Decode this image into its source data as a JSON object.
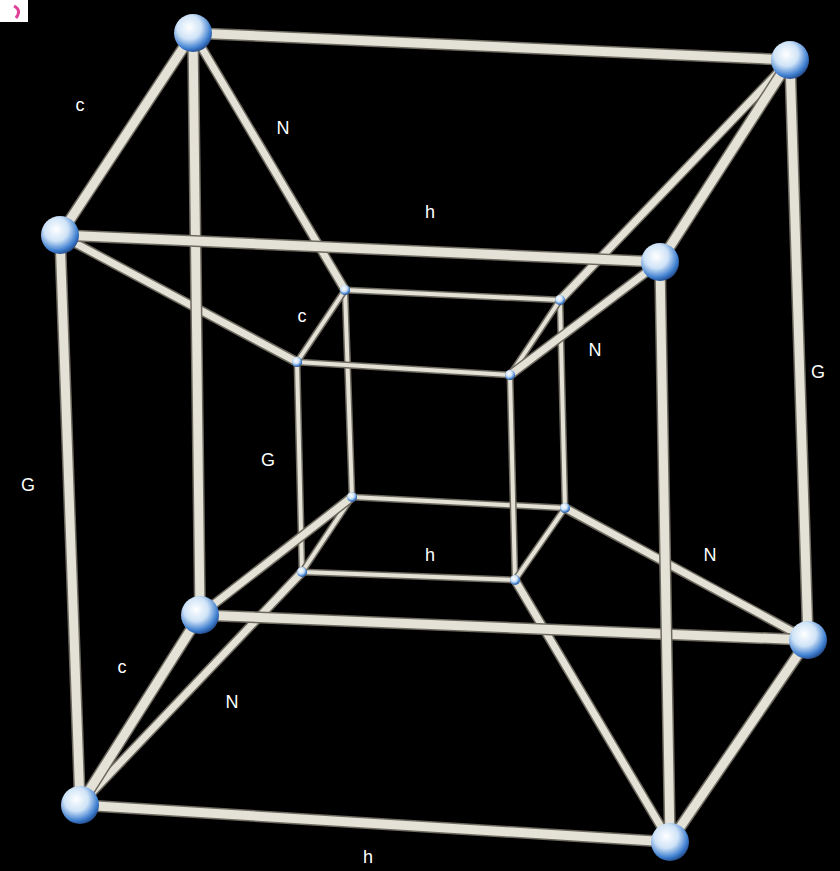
{
  "diagram": {
    "labels": [
      "c",
      "N",
      "h",
      "c",
      "N",
      "G",
      "G",
      "G",
      "h",
      "N",
      "c",
      "N",
      "h"
    ]
  }
}
